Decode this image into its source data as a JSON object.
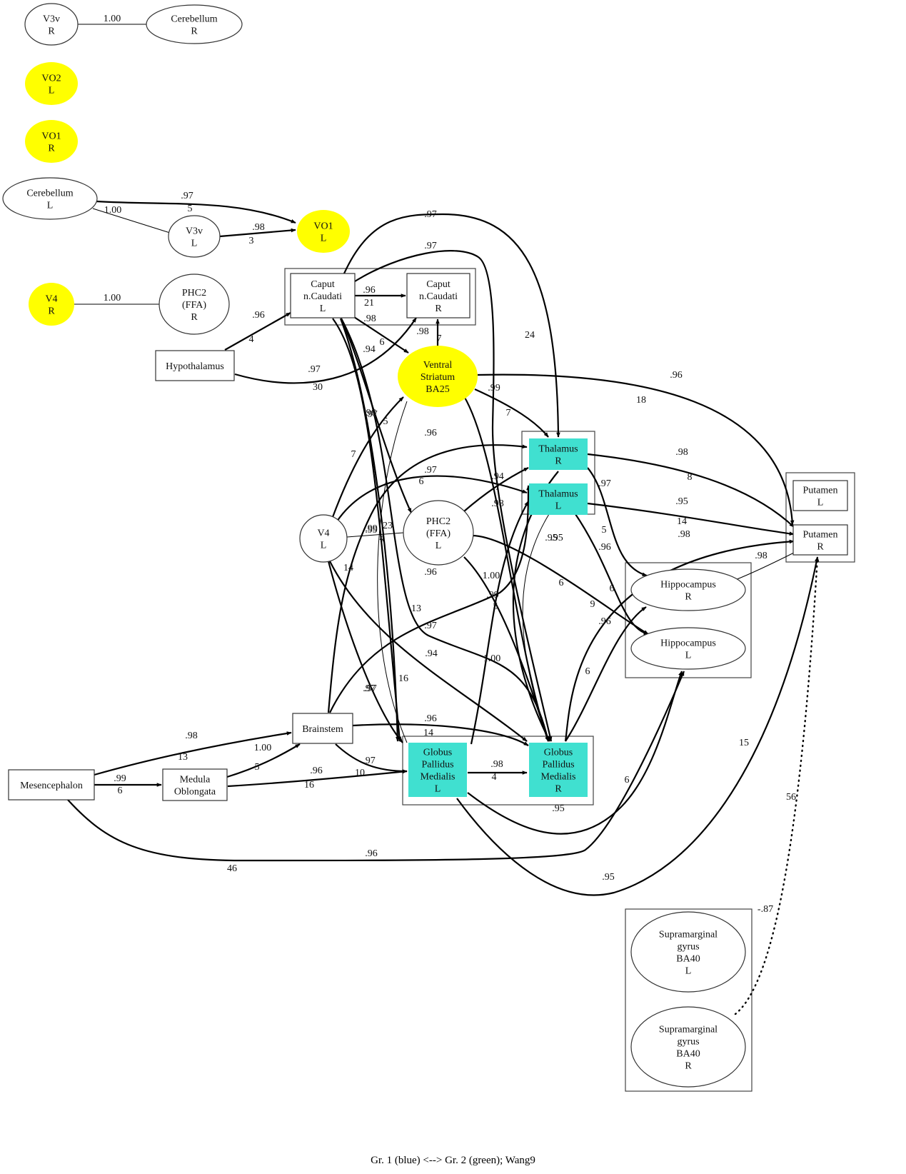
{
  "caption": "Gr. 1 (blue) <--> Gr.  2 (green); Wang9",
  "colors": {
    "yellow": "#ffff00",
    "turquoise": "#40e0d0",
    "stroke": "#333333",
    "white": "#ffffff"
  },
  "clusters": [
    {
      "id": "cl-caudati",
      "name": "caudati-cluster"
    },
    {
      "id": "cl-thalamus",
      "name": "thalamus-cluster"
    },
    {
      "id": "cl-putamen",
      "name": "putamen-cluster"
    },
    {
      "id": "cl-hippocampus",
      "name": "hippocampus-cluster"
    },
    {
      "id": "cl-globus",
      "name": "globus-pallidus-cluster"
    },
    {
      "id": "cl-supramarginal",
      "name": "supramarginal-cluster"
    }
  ],
  "nodes": [
    {
      "id": "v3v_r",
      "lines": [
        "V3v",
        "R"
      ],
      "shape": "ellipse",
      "fill": "white"
    },
    {
      "id": "cereb_r",
      "lines": [
        "Cerebellum",
        "R"
      ],
      "shape": "ellipse",
      "fill": "white"
    },
    {
      "id": "vo2_l",
      "lines": [
        "VO2",
        "L"
      ],
      "shape": "ellipse",
      "fill": "yellow"
    },
    {
      "id": "vo1_r",
      "lines": [
        "VO1",
        "R"
      ],
      "shape": "ellipse",
      "fill": "yellow"
    },
    {
      "id": "cereb_l",
      "lines": [
        "Cerebellum",
        "L"
      ],
      "shape": "ellipse",
      "fill": "white"
    },
    {
      "id": "v3v_l",
      "lines": [
        "V3v",
        "L"
      ],
      "shape": "ellipse",
      "fill": "white"
    },
    {
      "id": "vo1_l",
      "lines": [
        "VO1",
        "L"
      ],
      "shape": "ellipse",
      "fill": "yellow"
    },
    {
      "id": "v4_r",
      "lines": [
        "V4",
        "R"
      ],
      "shape": "ellipse",
      "fill": "yellow"
    },
    {
      "id": "phc2_r",
      "lines": [
        "PHC2",
        "(FFA)",
        "R"
      ],
      "shape": "ellipse",
      "fill": "white"
    },
    {
      "id": "caud_l",
      "lines": [
        "Caput",
        "n.Caudati",
        "L"
      ],
      "shape": "box",
      "fill": "white"
    },
    {
      "id": "caud_r",
      "lines": [
        "Caput",
        "n.Caudati",
        "R"
      ],
      "shape": "box",
      "fill": "white"
    },
    {
      "id": "hypoth",
      "lines": [
        "Hypothalamus"
      ],
      "shape": "box",
      "fill": "white"
    },
    {
      "id": "vs",
      "lines": [
        "Ventral",
        "Striatum",
        "BA25"
      ],
      "shape": "ellipse",
      "fill": "yellow"
    },
    {
      "id": "thal_r",
      "lines": [
        "Thalamus",
        "R"
      ],
      "shape": "box",
      "fill": "turquoise"
    },
    {
      "id": "thal_l",
      "lines": [
        "Thalamus",
        "L"
      ],
      "shape": "box",
      "fill": "turquoise"
    },
    {
      "id": "put_l",
      "lines": [
        "Putamen",
        "L"
      ],
      "shape": "box",
      "fill": "white"
    },
    {
      "id": "put_r",
      "lines": [
        "Putamen",
        "R"
      ],
      "shape": "box",
      "fill": "white"
    },
    {
      "id": "v4_l",
      "lines": [
        "V4",
        "L"
      ],
      "shape": "ellipse",
      "fill": "white"
    },
    {
      "id": "phc2_l",
      "lines": [
        "PHC2",
        "(FFA)",
        "L"
      ],
      "shape": "ellipse",
      "fill": "white"
    },
    {
      "id": "hipp_r",
      "lines": [
        "Hippocampus",
        "R"
      ],
      "shape": "ellipse",
      "fill": "white"
    },
    {
      "id": "hipp_l",
      "lines": [
        "Hippocampus",
        "L"
      ],
      "shape": "ellipse",
      "fill": "white"
    },
    {
      "id": "brainstem",
      "lines": [
        "Brainstem"
      ],
      "shape": "box",
      "fill": "white"
    },
    {
      "id": "mesen",
      "lines": [
        "Mesencephalon"
      ],
      "shape": "box",
      "fill": "white"
    },
    {
      "id": "medulla",
      "lines": [
        "Medula",
        "Oblongata"
      ],
      "shape": "box",
      "fill": "white"
    },
    {
      "id": "gpm_l",
      "lines": [
        "Globus",
        "Pallidus",
        "Medialis",
        "L"
      ],
      "shape": "box",
      "fill": "turquoise"
    },
    {
      "id": "gpm_r",
      "lines": [
        "Globus",
        "Pallidus",
        "Medialis",
        "R"
      ],
      "shape": "box",
      "fill": "turquoise"
    },
    {
      "id": "smg_l",
      "lines": [
        "Supramarginal",
        "gyrus",
        "BA40",
        "L"
      ],
      "shape": "ellipse",
      "fill": "white"
    },
    {
      "id": "smg_r",
      "lines": [
        "Supramarginal",
        "gyrus",
        "BA40",
        "R"
      ],
      "shape": "ellipse",
      "fill": "white"
    }
  ],
  "edges": [
    {
      "id": "e1",
      "from": "v3v_r",
      "to": "cereb_r",
      "weight": "1.00",
      "lag": "",
      "directed": false,
      "style": "thin"
    },
    {
      "id": "e2",
      "from": "cereb_l",
      "to": "vo1_l",
      "weight": ".97",
      "lag": "5",
      "directed": true,
      "style": "bold"
    },
    {
      "id": "e3",
      "from": "cereb_l",
      "to": "v3v_l",
      "weight": "1.00",
      "lag": "",
      "directed": false,
      "style": "thin"
    },
    {
      "id": "e4",
      "from": "v3v_l",
      "to": "vo1_l",
      "weight": ".98",
      "lag": "3",
      "directed": true,
      "style": "bold"
    },
    {
      "id": "e5",
      "from": "v4_r",
      "to": "phc2_r",
      "weight": "1.00",
      "lag": "",
      "directed": false,
      "style": "thin"
    },
    {
      "id": "e6",
      "from": "caud_l",
      "to": "caud_r",
      "weight": ".96",
      "lag": "21",
      "directed": true,
      "style": "bold"
    },
    {
      "id": "e7",
      "from": "hypoth",
      "to": "caud_l",
      "weight": ".96",
      "lag": "4",
      "directed": true,
      "style": "bold"
    },
    {
      "id": "e8",
      "from": "hypoth",
      "to": "caud_r",
      "weight": ".97",
      "lag": "30",
      "directed": true,
      "style": "bold"
    },
    {
      "id": "e9",
      "from": "caud_l",
      "to": "vs",
      "weight": ".98",
      "lag": "6",
      "directed": true,
      "style": "bold"
    },
    {
      "id": "e10",
      "from": "vs",
      "to": "caud_r",
      "weight": ".98",
      "lag": "7",
      "directed": true,
      "style": "bold"
    },
    {
      "id": "e11",
      "from": "caud_l",
      "to": "thal_r",
      "weight": ".97",
      "lag": "24",
      "directed": true,
      "style": "bold"
    },
    {
      "id": "e12",
      "from": "caud_l",
      "to": "gpm_r",
      "weight": ".97",
      "lag": "",
      "directed": true,
      "style": "bold"
    },
    {
      "id": "e13",
      "from": "vs",
      "to": "thal_r",
      "weight": ".99",
      "lag": "7",
      "directed": true,
      "style": "bold"
    },
    {
      "id": "e14",
      "from": "vs",
      "to": "put_r",
      "weight": ".96",
      "lag": "18",
      "directed": true,
      "style": "bold"
    },
    {
      "id": "e15",
      "from": "caud_l",
      "to": "gpm_l",
      "weight": ".94",
      "lag": "",
      "directed": true,
      "style": "bold"
    },
    {
      "id": "e16",
      "from": "caud_l",
      "to": "phc2_l",
      "weight": ".97",
      "lag": "5",
      "directed": true,
      "style": "bold"
    },
    {
      "id": "e17",
      "from": "v4_l",
      "to": "vs",
      "weight": ".96",
      "lag": "7",
      "directed": true,
      "style": "bold"
    },
    {
      "id": "e18",
      "from": "brainstem",
      "to": "thal_r",
      "weight": ".96",
      "lag": "",
      "directed": true,
      "style": "bold"
    },
    {
      "id": "e19",
      "from": "v4_l",
      "to": "thal_l",
      "weight": ".97",
      "lag": "6",
      "directed": true,
      "style": "bold"
    },
    {
      "id": "e20",
      "from": "phc2_l",
      "to": "thal_r",
      "weight": ".94",
      "lag": "7",
      "directed": true,
      "style": "bold"
    },
    {
      "id": "e21",
      "from": "gpm_l",
      "to": "thal_l",
      "weight": ".98",
      "lag": "",
      "directed": true,
      "style": "bold"
    },
    {
      "id": "e22",
      "from": "v4_l",
      "to": "phc2_l",
      "weight": ".99",
      "lag": "4",
      "directed": false,
      "style": "thin"
    },
    {
      "id": "e23",
      "from": "caud_l",
      "to": "gpm_l",
      "weight": ".99",
      "lag": "23",
      "directed": true,
      "style": "bold"
    },
    {
      "id": "e24",
      "from": "thal_r",
      "to": "put_r",
      "weight": ".98",
      "lag": "8",
      "directed": true,
      "style": "bold"
    },
    {
      "id": "e25",
      "from": "thal_l",
      "to": "put_r",
      "weight": ".95",
      "lag": "14",
      "directed": true,
      "style": "bold"
    },
    {
      "id": "e26",
      "from": "thal_r",
      "to": "hipp_r",
      "weight": ".97",
      "lag": "5",
      "directed": true,
      "style": "bold"
    },
    {
      "id": "e27",
      "from": "gpm_r",
      "to": "put_r",
      "weight": ".98",
      "lag": "9",
      "directed": true,
      "style": "bold"
    },
    {
      "id": "e28",
      "from": "hipp_r",
      "to": "put_r",
      "weight": ".98",
      "lag": "",
      "directed": false,
      "style": "thin"
    },
    {
      "id": "e29",
      "from": "phc2_l",
      "to": "hipp_l",
      "weight": ".95",
      "lag": "6",
      "directed": true,
      "style": "bold"
    },
    {
      "id": "e30",
      "from": "thal_l",
      "to": "hipp_l",
      "weight": ".96",
      "lag": "6",
      "directed": true,
      "style": "bold"
    },
    {
      "id": "e31",
      "from": "gpm_r",
      "to": "hipp_r",
      "weight": ".96",
      "lag": "6",
      "directed": true,
      "style": "bold"
    },
    {
      "id": "e32",
      "from": "v4_l",
      "to": "gpm_l",
      "weight": ".97",
      "lag": "14",
      "directed": true,
      "style": "bold"
    },
    {
      "id": "e33",
      "from": "brainstem",
      "to": "thal_l",
      "weight": ".96",
      "lag": "13",
      "directed": true,
      "style": "bold"
    },
    {
      "id": "e34",
      "from": "phc2_l",
      "to": "gpm_r",
      "weight": "1.00",
      "lag": "6",
      "directed": true,
      "style": "bold"
    },
    {
      "id": "e35",
      "from": "vs",
      "to": "gpm_r",
      "weight": ".99",
      "lag": "5",
      "directed": true,
      "style": "bold"
    },
    {
      "id": "e36",
      "from": "thal_l",
      "to": "gpm_r",
      "weight": ".95",
      "lag": "",
      "directed": false,
      "style": "thin"
    },
    {
      "id": "e37",
      "from": "caud_l",
      "to": "gpm_r",
      "weight": ".97",
      "lag": "",
      "directed": true,
      "style": "bold"
    },
    {
      "id": "e38",
      "from": "v4_l",
      "to": "gpm_r",
      "weight": ".94",
      "lag": "16",
      "directed": true,
      "style": "bold"
    },
    {
      "id": "e39",
      "from": "thal_r",
      "to": "gpm_r",
      "weight": "1.00",
      "lag": "",
      "directed": true,
      "style": "bold"
    },
    {
      "id": "e40",
      "from": "vs",
      "to": "gpm_l",
      "weight": ".97",
      "lag": "",
      "directed": false,
      "style": "thin"
    },
    {
      "id": "e41",
      "from": "brainstem",
      "to": "gpm_r",
      "weight": ".96",
      "lag": "14",
      "directed": true,
      "style": "bold"
    },
    {
      "id": "e42",
      "from": "mesen",
      "to": "brainstem",
      "weight": ".98",
      "lag": "13",
      "directed": true,
      "style": "bold"
    },
    {
      "id": "e43",
      "from": "medulla",
      "to": "brainstem",
      "weight": "1.00",
      "lag": "5",
      "directed": true,
      "style": "bold"
    },
    {
      "id": "e44",
      "from": "mesen",
      "to": "medulla",
      "weight": ".99",
      "lag": "6",
      "directed": true,
      "style": "bold"
    },
    {
      "id": "e45",
      "from": "medulla",
      "to": "gpm_l",
      "weight": ".96",
      "lag": "16",
      "directed": true,
      "style": "bold"
    },
    {
      "id": "e46",
      "from": "brainstem",
      "to": "gpm_l",
      "weight": ".97",
      "lag": "10",
      "directed": true,
      "style": "bold"
    },
    {
      "id": "e47",
      "from": "gpm_l",
      "to": "gpm_r",
      "weight": ".98",
      "lag": "4",
      "directed": true,
      "style": "bold"
    },
    {
      "id": "e48",
      "from": "gpm_l",
      "to": "hipp_l",
      "weight": ".95",
      "lag": "6",
      "directed": true,
      "style": "bold"
    },
    {
      "id": "e49",
      "from": "mesen",
      "to": "hipp_l",
      "weight": ".96",
      "lag": "46",
      "directed": true,
      "style": "bold"
    },
    {
      "id": "e50",
      "from": "gpm_l",
      "to": "put_r",
      "weight": ".95",
      "lag": "15",
      "directed": true,
      "style": "bold"
    },
    {
      "id": "e51",
      "from": "smg_r",
      "to": "put_r",
      "weight": "-.87",
      "lag": "56",
      "directed": false,
      "style": "dotted"
    }
  ]
}
